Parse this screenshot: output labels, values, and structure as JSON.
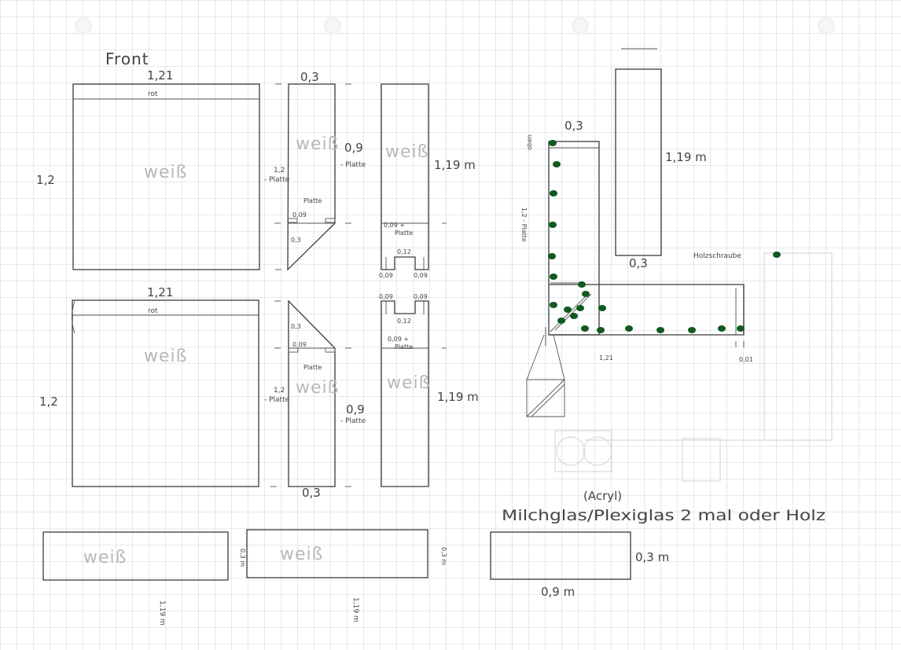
{
  "colors": {
    "paper": "#ffffff",
    "grid": "#bcc6d2",
    "pencil": "#3a3a3a",
    "screw_marker": "#0f5a1e"
  },
  "labels": {
    "front": "Front",
    "top_width_a": "1,21",
    "rot_a": "rot",
    "height_a": "1,2",
    "weiss_a": "weiß",
    "top_width_b": "1,21",
    "rot_b": "rot",
    "height_b": "1,2",
    "weiss_b": "weiß",
    "side_a_width": "0,3",
    "side_a_weiss": "weiß",
    "side_a_h12": "1,2",
    "side_a_platte": "- Platte",
    "side_a_h09": "0,9",
    "side_a_platte2": "- Platte",
    "side_a_platte_top": "Platte",
    "side_a_009": "0,09",
    "side_a_diag": "0,3",
    "side_b_diag": "0,3",
    "side_b_009": "0,09",
    "side_b_platte": "Platte",
    "side_b_h12": "1,2",
    "side_b_platte2": "- Platte",
    "side_b_weiss": "weiß",
    "side_b_h09": "0,9",
    "side_b_platte3": "- Platte",
    "side_b_width": "0,3",
    "back_a_weiss": "weiß",
    "back_a_h": "1,19 m",
    "back_a_009": "0,09 +",
    "back_a_platte": "Platte",
    "back_a_012": "0,12",
    "back_a_009l": "0,09",
    "back_a_009r": "0,09",
    "back_b_009l": "0,09",
    "back_b_009r": "0,09",
    "back_b_012": "0,12",
    "back_b_009": "0,09 +",
    "back_b_platte": "Platte",
    "back_b_weiss": "weiß",
    "back_b_h": "1,19 m",
    "plan_03": "0,3",
    "plan_oben": "oben",
    "plan_12": "1,2 - Platte",
    "plan_121": "1,21",
    "plan_001": "0,01",
    "tall_h": "1,19 m",
    "tall_w": "0,3",
    "holz_schraube": "Holzschraube",
    "acryl": "(Acryl)",
    "milchglas": "Milchglas/Plexiglas 2 mal oder Holz",
    "strip1_weiss": "weiß",
    "strip1_len": "1,19 m",
    "strip1_h": "0,3 m",
    "strip2_weiss": "weiß",
    "strip2_len": "1,19 m",
    "strip2_h": "0,3 m",
    "strip3_h": "0,3 m",
    "strip3_len": "0,9 m"
  }
}
